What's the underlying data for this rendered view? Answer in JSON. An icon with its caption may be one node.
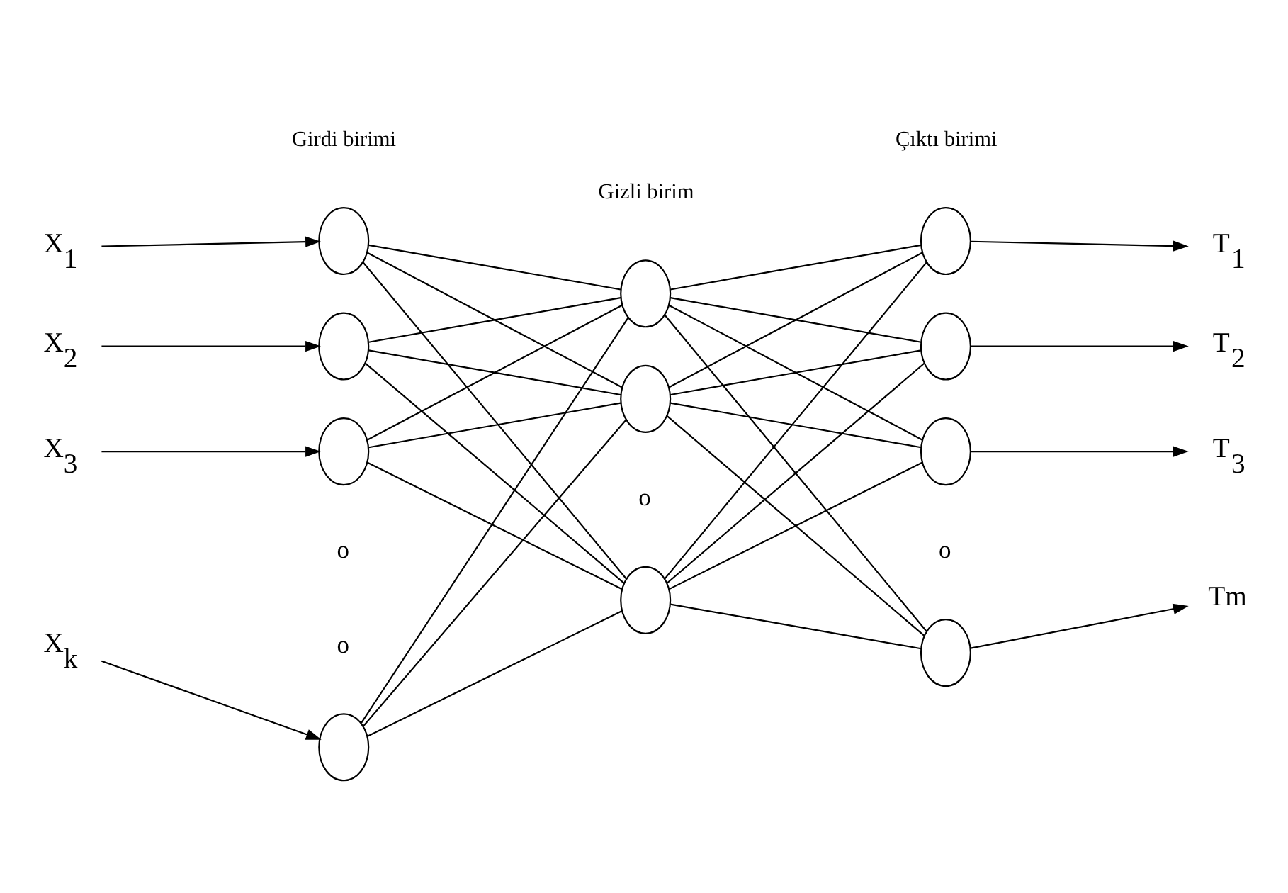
{
  "diagram": {
    "nodes": [
      {
        "text": [
          "X$_{1}$"
        ]
      },
      {
        "text": [
          "X$_{2}$"
        ]
      },
      {
        "text": [
          "X$_{3}$"
        ]
      },
      {
        "text": [
          "X$_{k}$"
        ]
      },
      {
        "text": [],
        "shape": "circle"
      },
      {
        "text": [],
        "shape": "circle"
      },
      {
        "text": [],
        "shape": "circle"
      },
      {
        "text": [],
        "shape": "circle"
      },
      {
        "text": [],
        "shape": "circle"
      },
      {
        "text": [],
        "shape": "circle"
      },
      {
        "text": [],
        "shape": "circle"
      },
      {
        "text": [],
        "shape": "circle"
      },
      {
        "text": [],
        "shape": "circle"
      },
      {
        "text": [],
        "shape": "circle"
      },
      {
        "text": [],
        "shape": "circle"
      },
      {
        "text": [
          "T$_{1}$"
        ]
      },
      {
        "text": [
          "T$_{2}$"
        ]
      },
      {
        "text": [
          "T$_{3}$"
        ]
      },
      {
        "text": [
          "Tm"
        ]
      }
    ],
    "edges": [
      {
        "from": 0,
        "to": 4,
        "arrow": "to"
      },
      {
        "from": 1,
        "to": 5,
        "arrow": "to"
      },
      {
        "from": 2,
        "to": 6,
        "arrow": "to"
      },
      {
        "from": 3,
        "to": 7,
        "arrow": "to"
      },
      {
        "from": 4,
        "to": 8,
        "arrow": "none"
      },
      {
        "from": 4,
        "to": 9,
        "arrow": "none"
      },
      {
        "from": 4,
        "to": 10,
        "arrow": "none"
      },
      {
        "from": 5,
        "to": 8,
        "arrow": "none"
      },
      {
        "from": 5,
        "to": 9,
        "arrow": "none"
      },
      {
        "from": 5,
        "to": 10,
        "arrow": "none"
      },
      {
        "from": 6,
        "to": 8,
        "arrow": "none"
      },
      {
        "from": 6,
        "to": 9,
        "arrow": "none"
      },
      {
        "from": 6,
        "to": 10,
        "arrow": "none"
      },
      {
        "from": 7,
        "to": 8,
        "arrow": "none"
      },
      {
        "from": 7,
        "to": 9,
        "arrow": "none"
      },
      {
        "from": 7,
        "to": 10,
        "arrow": "none"
      },
      {
        "from": 8,
        "to": 11,
        "arrow": "none"
      },
      {
        "from": 8,
        "to": 12,
        "arrow": "none"
      },
      {
        "from": 8,
        "to": 13,
        "arrow": "none"
      },
      {
        "from": 8,
        "to": 14,
        "arrow": "none"
      },
      {
        "from": 9,
        "to": 11,
        "arrow": "none"
      },
      {
        "from": 9,
        "to": 12,
        "arrow": "none"
      },
      {
        "from": 9,
        "to": 13,
        "arrow": "none"
      },
      {
        "from": 9,
        "to": 14,
        "arrow": "none"
      },
      {
        "from": 10,
        "to": 11,
        "arrow": "none"
      },
      {
        "from": 10,
        "to": 12,
        "arrow": "none"
      },
      {
        "from": 10,
        "to": 13,
        "arrow": "none"
      },
      {
        "from": 10,
        "to": 14,
        "arrow": "none"
      },
      {
        "from": 11,
        "to": 15,
        "arrow": "to"
      },
      {
        "from": 12,
        "to": 16,
        "arrow": "to"
      },
      {
        "from": 13,
        "to": 17,
        "arrow": "to"
      },
      {
        "from": 14,
        "to": 18,
        "arrow": "to"
      }
    ],
    "labels": [
      "Girdi birimi",
      "Gizli birim",
      "Çıktı birimi",
      "o",
      "o",
      "o",
      "o"
    ]
  }
}
